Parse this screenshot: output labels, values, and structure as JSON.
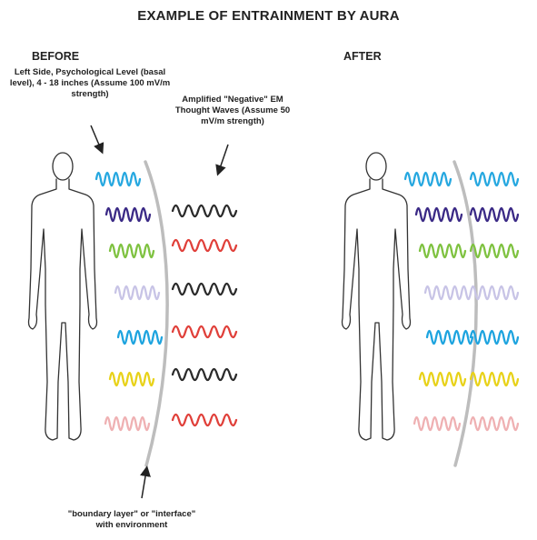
{
  "title": "EXAMPLE OF ENTRAINMENT BY AURA",
  "panels": {
    "before": {
      "heading": "BEFORE"
    },
    "after": {
      "heading": "AFTER"
    }
  },
  "annotations": {
    "left_side": "Left Side, Psychological Level (basal level), 4 - 18 inches (Assume 100 mV/m strength)",
    "negative_waves": "Amplified \"Negative\" EM Thought Waves (Assume 50 mV/m strength)",
    "boundary": "\"boundary layer\" or \"interface\" with environment"
  },
  "colors": {
    "aura_waves": [
      "#27a8e0",
      "#3b2a86",
      "#7fc241",
      "#c8c4e6",
      "#1ea4df",
      "#e8d21a",
      "#efb1b3"
    ],
    "external_waves_before": [
      "#2b2b2b",
      "#e0403a",
      "#2b2b2b",
      "#e0403a",
      "#2b2b2b",
      "#e0403a"
    ],
    "figure_outline": "#333333",
    "boundary_line": "#bdbdbd",
    "arrow": "#222222"
  }
}
